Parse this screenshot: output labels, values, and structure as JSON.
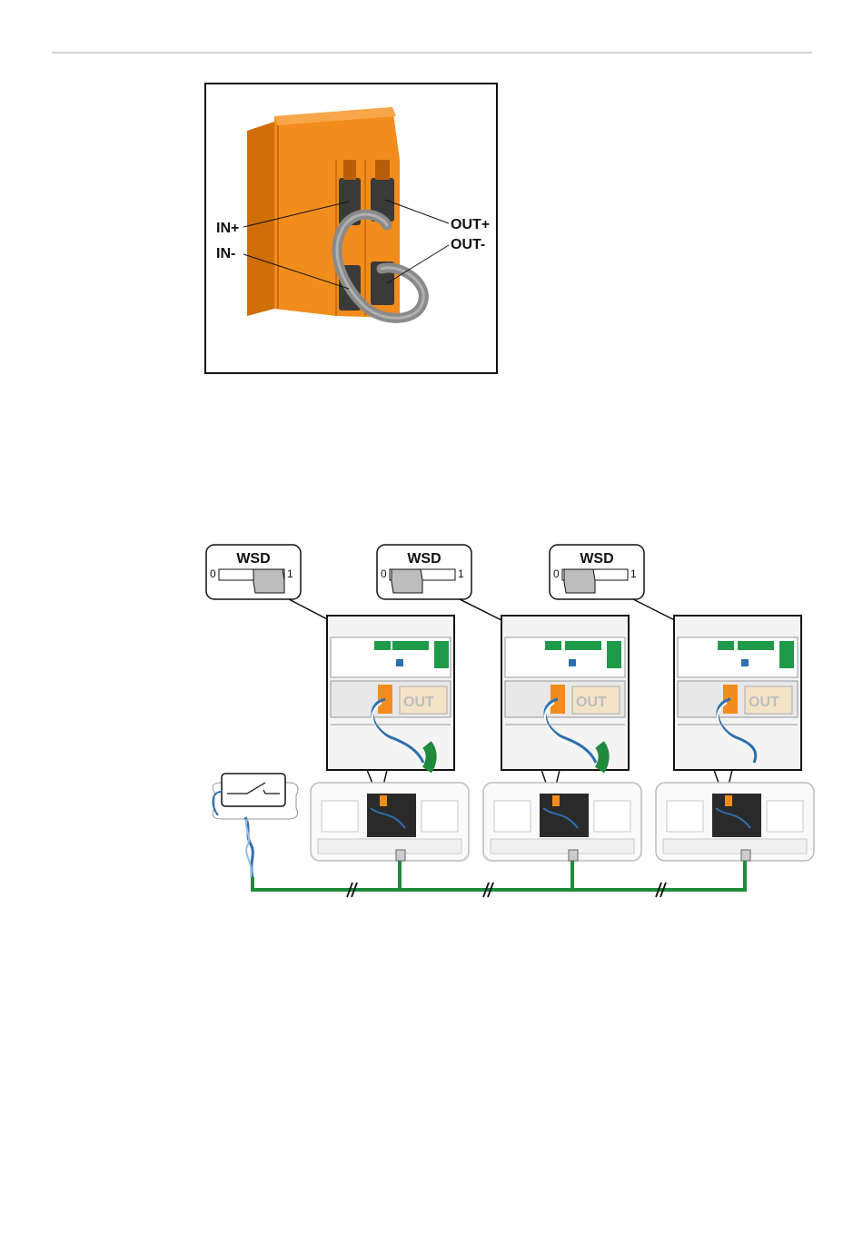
{
  "connector_figure": {
    "labels": {
      "in_plus": "IN+",
      "in_minus": "IN-",
      "out_plus": "OUT+",
      "out_minus": "OUT-"
    },
    "colors": {
      "housing": "#f28c1c",
      "housing_dark": "#d06e08",
      "jumper": "#8a8a8a"
    }
  },
  "wiring_figure": {
    "switches": [
      {
        "title": "WSD",
        "left_label": "0",
        "right_label": "1",
        "position": "1"
      },
      {
        "title": "WSD",
        "left_label": "0",
        "right_label": "1",
        "position": "0"
      },
      {
        "title": "WSD",
        "left_label": "0",
        "right_label": "1",
        "position": "0"
      }
    ],
    "terminal_text": [
      "OUT",
      "OUT",
      "OUT"
    ],
    "colors": {
      "bus_cable": "#1e8a3c",
      "twisted_wire": "#2e6fb0",
      "terminal": "#f28c1c"
    }
  }
}
